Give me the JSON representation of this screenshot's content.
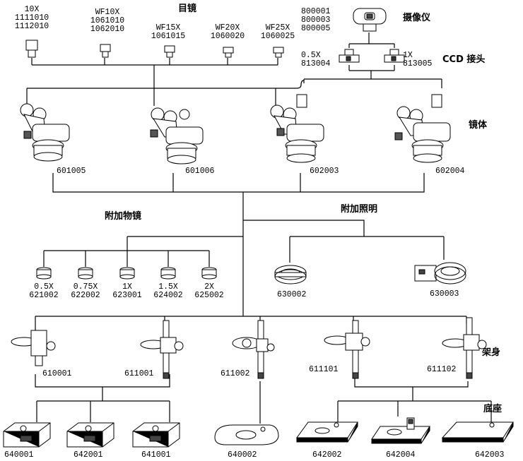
{
  "headers": {
    "eyepiece": "目镜",
    "camera": "摄像仪",
    "ccd_adapter": "CCD 接头",
    "body": "镜体",
    "aux_objective": "附加物镜",
    "aux_illumination": "附加照明",
    "stand": "架身",
    "base": "底座"
  },
  "camera": {
    "codes": "800001\n800003\n800005"
  },
  "ccd_adapters": [
    {
      "label": "0.5X\n813004"
    },
    {
      "label": "1X\n813005"
    }
  ],
  "eyepieces": [
    {
      "label": "10X\n1111010\n1112010"
    },
    {
      "label": "WF10X\n1061010\n1062010"
    },
    {
      "label": "WF15X\n1061015"
    },
    {
      "label": "WF20X\n1060020"
    },
    {
      "label": "WF25X\n1060025"
    }
  ],
  "bodies": [
    {
      "code": "601005"
    },
    {
      "code": "601006"
    },
    {
      "code": "602003"
    },
    {
      "code": "602004"
    }
  ],
  "objectives": [
    {
      "label": "0.5X\n621002"
    },
    {
      "label": "0.75X\n622002"
    },
    {
      "label": "1X\n623001"
    },
    {
      "label": "1.5X\n624002"
    },
    {
      "label": "2X\n625002"
    }
  ],
  "illuminators": [
    {
      "code": "630002"
    },
    {
      "code": "630003"
    }
  ],
  "stands": [
    {
      "code": "610001"
    },
    {
      "code": "611001"
    },
    {
      "code": "611002"
    },
    {
      "code": "611101"
    },
    {
      "code": "611102"
    }
  ],
  "bases": [
    {
      "code": "640001"
    },
    {
      "code": "642001"
    },
    {
      "code": "641001"
    },
    {
      "code": "640002"
    },
    {
      "code": "642002"
    },
    {
      "code": "642004"
    },
    {
      "code": "642003"
    }
  ]
}
